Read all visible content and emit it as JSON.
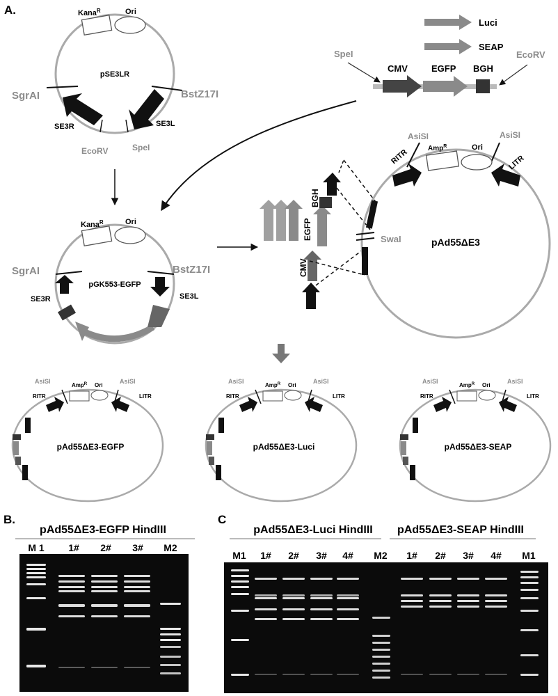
{
  "panel_labels": {
    "a": "A.",
    "b": "B.",
    "c": "C"
  },
  "colors": {
    "gray_text": "#8c8c8c",
    "black": "#111111",
    "gel": "#0b0b0b",
    "band": "#f4f4f4",
    "cassette": "#8a8a8a"
  },
  "cassette": {
    "cmv": "CMV",
    "egfp": "EGFP",
    "bgh": "BGH",
    "spei": "SpeI",
    "ecorv": "EcoRV",
    "alt_genes": [
      "Luci",
      "SEAP"
    ]
  },
  "pse3lr": {
    "name": "pSE3LR",
    "kana": "Kana",
    "kana_sup": "R",
    "ori": "Ori",
    "left_site": "SgrAI",
    "right_site": "BstZ17I",
    "left_arm": "SE3R",
    "right_arm": "SE3L",
    "bottom_left_site": "EcoRV",
    "bottom_right_site": "SpeI"
  },
  "pgk553": {
    "name": "pGK553-EGFP",
    "kana": "Kana",
    "kana_sup": "R",
    "ori": "Ori",
    "left_site": "SgrAI",
    "right_site": "BstZ17I",
    "left_arm": "SE3R",
    "right_arm": "SE3L"
  },
  "pad55": {
    "name": "pAd55ΔE3",
    "amp": "Amp",
    "amp_sup": "R",
    "ori": "Ori",
    "asisi": "AsiSI",
    "ritr": "RITR",
    "litr": "LITR",
    "swai": "SwaI"
  },
  "recombinants": [
    {
      "name": "pAd55ΔE3-EGFP"
    },
    {
      "name": "pAd55ΔE3-Luci"
    },
    {
      "name": "pAd55ΔE3-SEAP"
    }
  ],
  "small_labels": {
    "asisi": "AsiSI",
    "ritr": "RITR",
    "litr": "LITR",
    "amp": "Amp",
    "amp_sup": "R",
    "ori": "Ori"
  },
  "gel_b": {
    "title": "pAd55ΔE3-EGFP HindIII",
    "lanes": [
      "M 1",
      "1#",
      "2#",
      "3#",
      "M2"
    ]
  },
  "gel_c": {
    "title_left": "pAd55ΔE3-Luci HindIII",
    "title_right": "pAd55ΔE3-SEAP HindIII",
    "lanes": [
      "M1",
      "1#",
      "2#",
      "3#",
      "4#",
      "M2",
      "1#",
      "2#",
      "3#",
      "4#",
      "M1"
    ]
  }
}
